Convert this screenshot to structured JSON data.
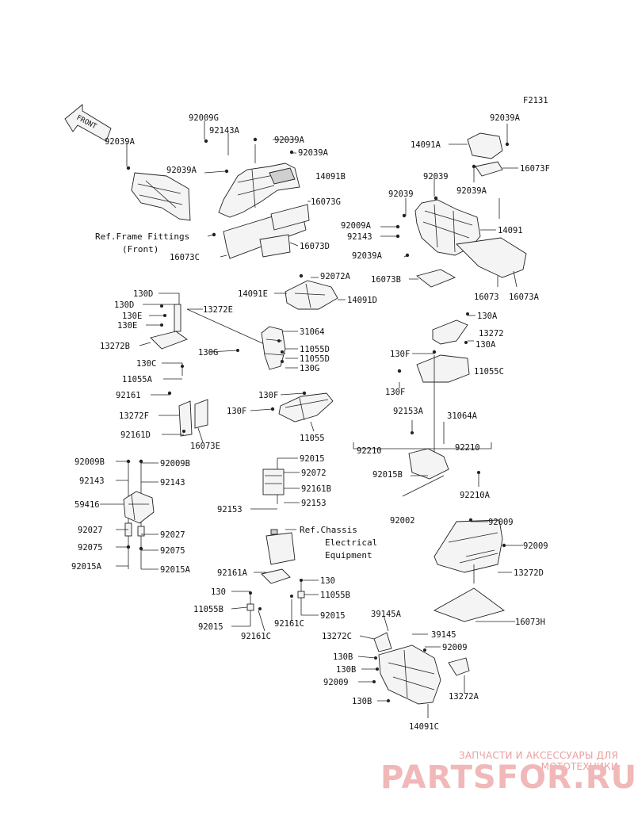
{
  "figure_code": "F2131",
  "front_arrow": "FRONT",
  "notes": {
    "frame_fittings": [
      "Ref.Frame Fittings",
      "(Front)"
    ],
    "chassis": [
      "Ref.Chassis",
      "Electrical",
      "Equipment"
    ]
  },
  "labels": [
    {
      "id": "92039A_a",
      "text": "92039A"
    },
    {
      "id": "92009G",
      "text": "92009G"
    },
    {
      "id": "92143A",
      "text": "92143A"
    },
    {
      "id": "92039A_b",
      "text": "92039A"
    },
    {
      "id": "92039A_c",
      "text": "92039A"
    },
    {
      "id": "92039A_d",
      "text": "92039A"
    },
    {
      "id": "14091B",
      "text": "14091B"
    },
    {
      "id": "16073G",
      "text": "16073G"
    },
    {
      "id": "16073D",
      "text": "16073D"
    },
    {
      "id": "16073C",
      "text": "16073C"
    },
    {
      "id": "92039A_e",
      "text": "92039A"
    },
    {
      "id": "14091A",
      "text": "14091A"
    },
    {
      "id": "16073F",
      "text": "16073F"
    },
    {
      "id": "92039",
      "text": "92039"
    },
    {
      "id": "92039_b",
      "text": "92039"
    },
    {
      "id": "92039A_f",
      "text": "92039A"
    },
    {
      "id": "92009A",
      "text": "92009A"
    },
    {
      "id": "92143",
      "text": "92143"
    },
    {
      "id": "14091",
      "text": "14091"
    },
    {
      "id": "92039A_g",
      "text": "92039A"
    },
    {
      "id": "16073B",
      "text": "16073B"
    },
    {
      "id": "16073",
      "text": "16073"
    },
    {
      "id": "16073A",
      "text": "16073A"
    },
    {
      "id": "92072A",
      "text": "92072A"
    },
    {
      "id": "14091E",
      "text": "14091E"
    },
    {
      "id": "14091D",
      "text": "14091D"
    },
    {
      "id": "130D",
      "text": "130D"
    },
    {
      "id": "130D_b",
      "text": "130D"
    },
    {
      "id": "13272E",
      "text": "13272E"
    },
    {
      "id": "130E",
      "text": "130E"
    },
    {
      "id": "130E_b",
      "text": "130E"
    },
    {
      "id": "13272B",
      "text": "13272B"
    },
    {
      "id": "31064",
      "text": "31064"
    },
    {
      "id": "130G",
      "text": "130G"
    },
    {
      "id": "11055D",
      "text": "11055D"
    },
    {
      "id": "11055D_b",
      "text": "11055D"
    },
    {
      "id": "130G_b",
      "text": "130G"
    },
    {
      "id": "130A",
      "text": "130A"
    },
    {
      "id": "13272",
      "text": "13272"
    },
    {
      "id": "130A_b",
      "text": "130A"
    },
    {
      "id": "130F",
      "text": "130F"
    },
    {
      "id": "11055C",
      "text": "11055C"
    },
    {
      "id": "130F_b",
      "text": "130F"
    },
    {
      "id": "130C",
      "text": "130C"
    },
    {
      "id": "11055A",
      "text": "11055A"
    },
    {
      "id": "92161",
      "text": "92161"
    },
    {
      "id": "13272F",
      "text": "13272F"
    },
    {
      "id": "92161D",
      "text": "92161D"
    },
    {
      "id": "16073E",
      "text": "16073E"
    },
    {
      "id": "130F_c",
      "text": "130F"
    },
    {
      "id": "130F_d",
      "text": "130F"
    },
    {
      "id": "11055",
      "text": "11055"
    },
    {
      "id": "92153A",
      "text": "92153A"
    },
    {
      "id": "31064A",
      "text": "31064A"
    },
    {
      "id": "92210",
      "text": "92210"
    },
    {
      "id": "92210_b",
      "text": "92210"
    },
    {
      "id": "92015B",
      "text": "92015B"
    },
    {
      "id": "92210A",
      "text": "92210A"
    },
    {
      "id": "92009B",
      "text": "92009B"
    },
    {
      "id": "92009B_b",
      "text": "92009B"
    },
    {
      "id": "92143_b",
      "text": "92143"
    },
    {
      "id": "92143_c",
      "text": "92143"
    },
    {
      "id": "59416",
      "text": "59416"
    },
    {
      "id": "92027",
      "text": "92027"
    },
    {
      "id": "92027_b",
      "text": "92027"
    },
    {
      "id": "92075",
      "text": "92075"
    },
    {
      "id": "92075_b",
      "text": "92075"
    },
    {
      "id": "92015A",
      "text": "92015A"
    },
    {
      "id": "92015A_b",
      "text": "92015A"
    },
    {
      "id": "92015",
      "text": "92015"
    },
    {
      "id": "92072",
      "text": "92072"
    },
    {
      "id": "92161B",
      "text": "92161B"
    },
    {
      "id": "92153",
      "text": "92153"
    },
    {
      "id": "92153_b",
      "text": "92153"
    },
    {
      "id": "92002",
      "text": "92002"
    },
    {
      "id": "92009",
      "text": "92009"
    },
    {
      "id": "92009_b",
      "text": "92009"
    },
    {
      "id": "13272D",
      "text": "13272D"
    },
    {
      "id": "92161A",
      "text": "92161A"
    },
    {
      "id": "130",
      "text": "130"
    },
    {
      "id": "130_b",
      "text": "130"
    },
    {
      "id": "11055B",
      "text": "11055B"
    },
    {
      "id": "11055B_b",
      "text": "11055B"
    },
    {
      "id": "92015_b",
      "text": "92015"
    },
    {
      "id": "92015_c",
      "text": "92015"
    },
    {
      "id": "92161C",
      "text": "92161C"
    },
    {
      "id": "92161C_b",
      "text": "92161C"
    },
    {
      "id": "16073H",
      "text": "16073H"
    },
    {
      "id": "39145A",
      "text": "39145A"
    },
    {
      "id": "13272C",
      "text": "13272C"
    },
    {
      "id": "39145",
      "text": "39145"
    },
    {
      "id": "92009_c",
      "text": "92009"
    },
    {
      "id": "130B",
      "text": "130B"
    },
    {
      "id": "130B_b",
      "text": "130B"
    },
    {
      "id": "92009_d",
      "text": "92009"
    },
    {
      "id": "13272A",
      "text": "13272A"
    },
    {
      "id": "130B_c",
      "text": "130B"
    },
    {
      "id": "14091C",
      "text": "14091C"
    }
  ],
  "watermark": {
    "line1": "ЗАПЧАСТИ И АКСЕССУАРЫ ДЛЯ МОТОТЕХНИКИ",
    "line2": "PARTSFOR.RU"
  }
}
